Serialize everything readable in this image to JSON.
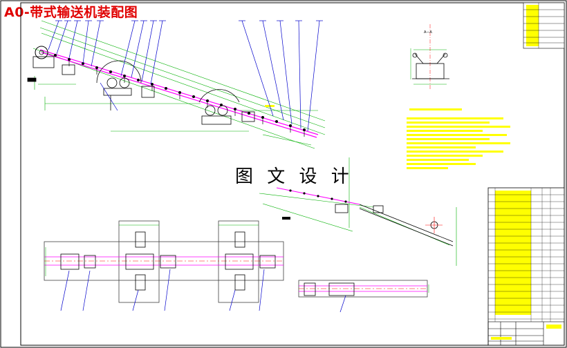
{
  "drawing": {
    "title": "A0-带式输送机装配图",
    "watermark": "图 文 设 计",
    "section_label": "A—A"
  },
  "colors": {
    "border": "#000000",
    "title": "#e00000",
    "dimension": "#00b000",
    "leader": "#0000cc",
    "belt": "#ff00ff",
    "centerline": "#ff0000",
    "highlight": "#ffff00",
    "structure": "#404040"
  }
}
